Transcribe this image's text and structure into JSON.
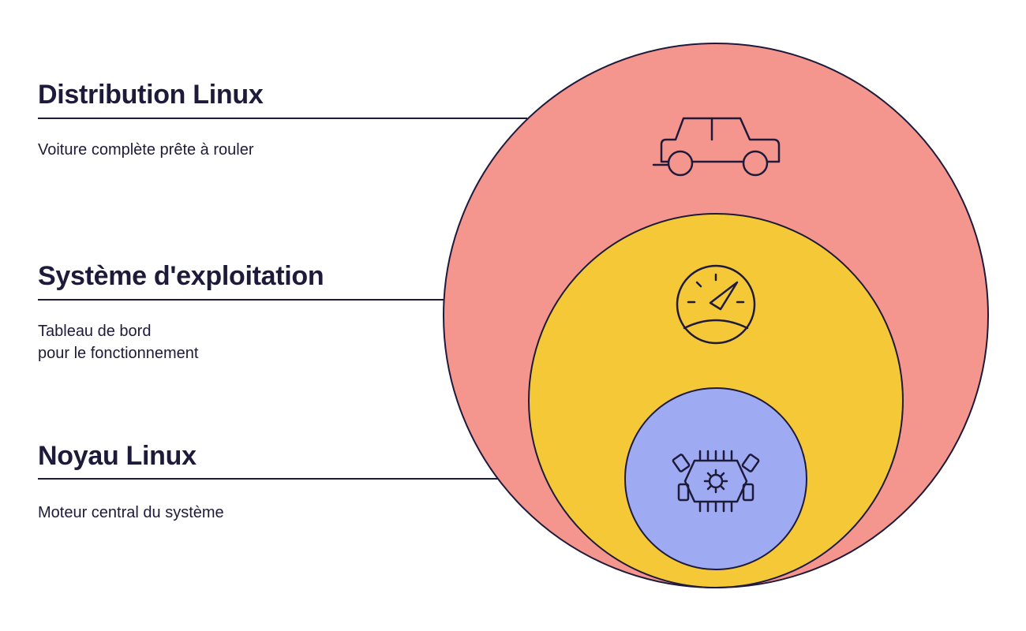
{
  "layers": {
    "distribution": {
      "title": "Distribution Linux",
      "description": [
        "Voiture complète prête à rouler"
      ],
      "color": "#f5968e",
      "icon": "car-icon"
    },
    "operating_system": {
      "title": "Système d'exploitation",
      "description": [
        "Tableau de bord",
        "pour le fonctionnement"
      ],
      "color": "#f5c838",
      "icon": "speedometer-icon"
    },
    "kernel": {
      "title": "Noyau Linux",
      "description": [
        "Moteur central du système"
      ],
      "color": "#9eaaf2",
      "icon": "engine-icon"
    }
  },
  "colors": {
    "ink": "#1e1a3a",
    "background": "#ffffff"
  }
}
